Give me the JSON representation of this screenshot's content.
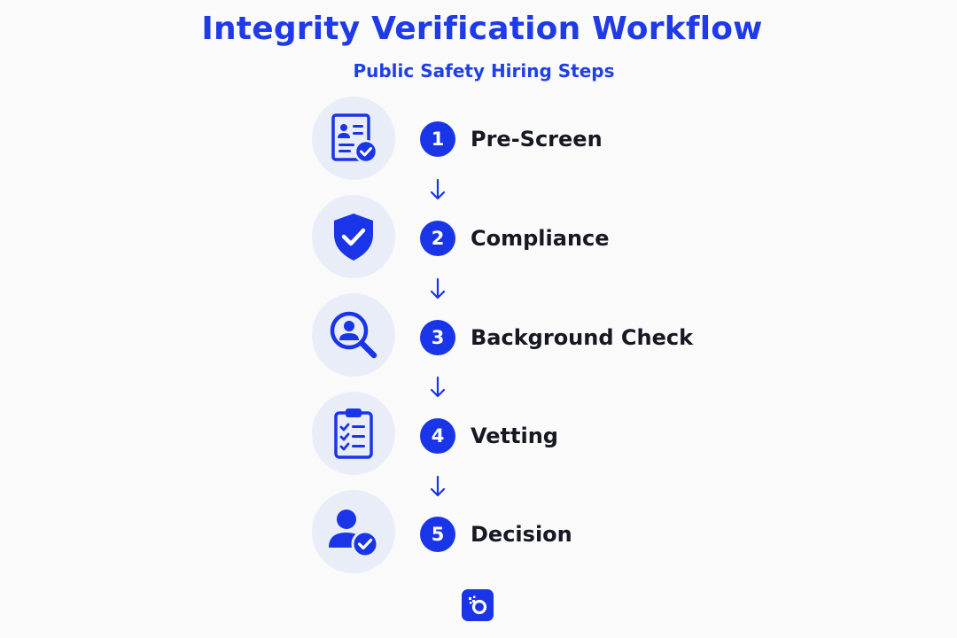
{
  "header": {
    "title": "Integrity Verification Workflow",
    "subtitle": "Public Safety Hiring Steps"
  },
  "steps": [
    {
      "number": "1",
      "label": "Pre-Screen",
      "icon": "id-card-check-icon"
    },
    {
      "number": "2",
      "label": "Compliance",
      "icon": "shield-check-icon"
    },
    {
      "number": "3",
      "label": "Background Check",
      "icon": "magnifier-person-icon"
    },
    {
      "number": "4",
      "label": "Vetting",
      "icon": "clipboard-checklist-icon"
    },
    {
      "number": "5",
      "label": "Decision",
      "icon": "person-check-icon"
    }
  ],
  "colors": {
    "accent": "#1a35e8",
    "icon_bg": "#e9edf8",
    "text_dark": "#161822",
    "background": "#fafafb"
  }
}
